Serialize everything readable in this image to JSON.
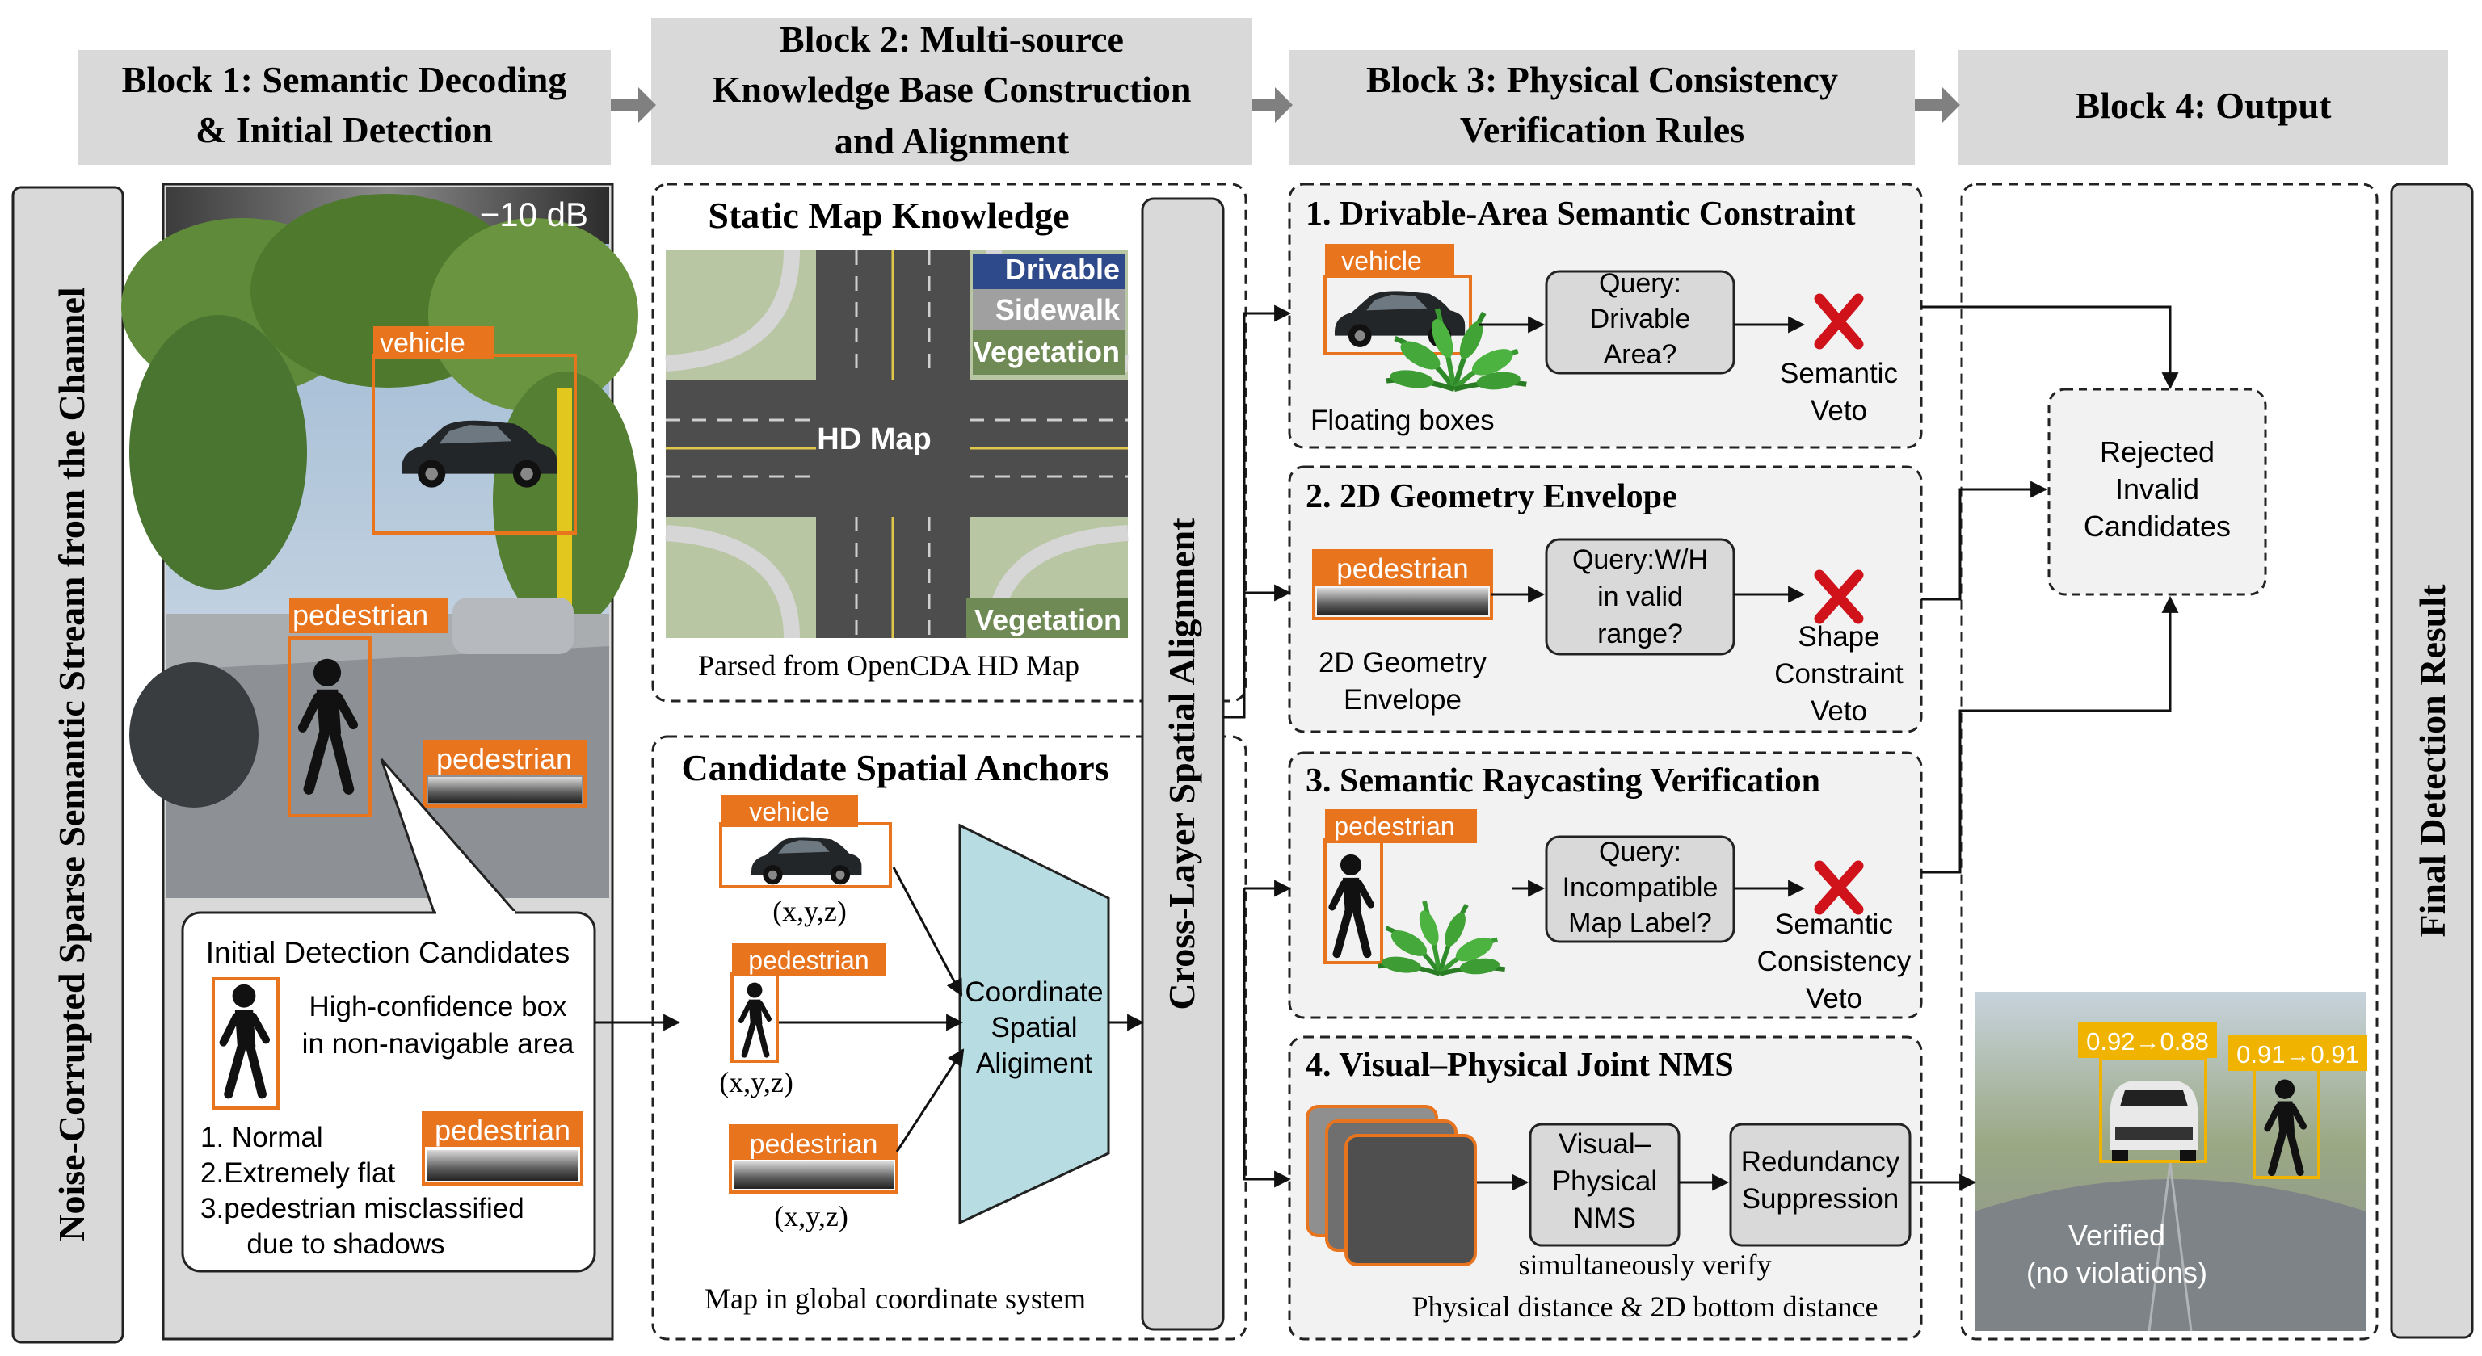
{
  "blocks": {
    "b1": [
      "Block 1: Semantic Decoding",
      "& Initial Detection"
    ],
    "b2": [
      "Block 2: Multi-source",
      "Knowledge Base Construction",
      "and Alignment"
    ],
    "b3": [
      "Block 3: Physical Consistency",
      "Verification Rules"
    ],
    "b4": "Block 4: Output"
  },
  "side": {
    "left": "Noise-Corrupted Sparse Semantic Stream from the Channel",
    "right": "Final Detection Result",
    "middle": "Cross-Layer Spatial Alignment"
  },
  "block1": {
    "snr": "−10 dB",
    "labels": {
      "vehicle": "vehicle",
      "pedestrian1": "pedestrian",
      "pedestrian2": "pedestrian"
    },
    "candidates": {
      "title": "Initial Detection Candidates",
      "desc": [
        "High-confidence box",
        "in non-navigable area"
      ],
      "items": [
        "1. Normal",
        "2.Extremely flat",
        "3.pedestrian misclassified",
        "due to shadows"
      ],
      "tag": "pedestrian"
    }
  },
  "block2": {
    "static": {
      "title": "Static Map Knowledge",
      "legend": [
        "Drivable",
        "Sidewalk",
        "Vegetation"
      ],
      "map_label": "HD Map",
      "bottom_label": "Vegetation",
      "caption": "Parsed from OpenCDA HD Map"
    },
    "anchors": {
      "title": "Candidate Spatial Anchors",
      "tags": [
        "vehicle",
        "pedestrian",
        "pedestrian"
      ],
      "coords": "(x,y,z)",
      "align": [
        "Coordinate",
        "Spatial",
        "Aligiment"
      ],
      "caption": "Map in global coordinate system"
    }
  },
  "block3": {
    "r1": {
      "title": "1. Drivable-Area Semantic Constraint",
      "tag": "vehicle",
      "query": [
        "Query:",
        "Drivable",
        "Area?"
      ],
      "veto": [
        "Semantic",
        "Veto"
      ],
      "note": "Floating boxes"
    },
    "r2": {
      "title": "2. 2D Geometry Envelope",
      "tag": "pedestrian",
      "query": [
        "Query:W/H",
        "in valid",
        "range?"
      ],
      "veto": [
        "Shape",
        "Constraint",
        "Veto"
      ],
      "note": [
        "2D Geometry",
        "Envelope"
      ]
    },
    "r3": {
      "title": "3. Semantic Raycasting Verification",
      "tag": "pedestrian",
      "query": [
        "Query:",
        "Incompatible",
        "Map Label?"
      ],
      "veto": [
        "Semantic",
        "Consistency",
        "Veto"
      ]
    },
    "r4": {
      "title": "4. Visual–Physical Joint NMS",
      "nms": [
        "Visual–",
        "Physical",
        "NMS"
      ],
      "suppress": [
        "Redundancy",
        "Suppression"
      ],
      "caption": [
        "simultaneously verify",
        "Physical distance & 2D bottom distance"
      ]
    }
  },
  "block4": {
    "rejected": [
      "Rejected",
      "Invalid",
      "Candidates"
    ],
    "scores": [
      "0.92→0.88",
      "0.91→0.91"
    ],
    "verified": [
      "Verified",
      "(no violations)"
    ]
  },
  "colors": {
    "orange": "#e8741e",
    "header": "#d9d9d9",
    "panel": "#f2f2f2",
    "veto": "#d0121b",
    "align": "#b7dde3"
  }
}
